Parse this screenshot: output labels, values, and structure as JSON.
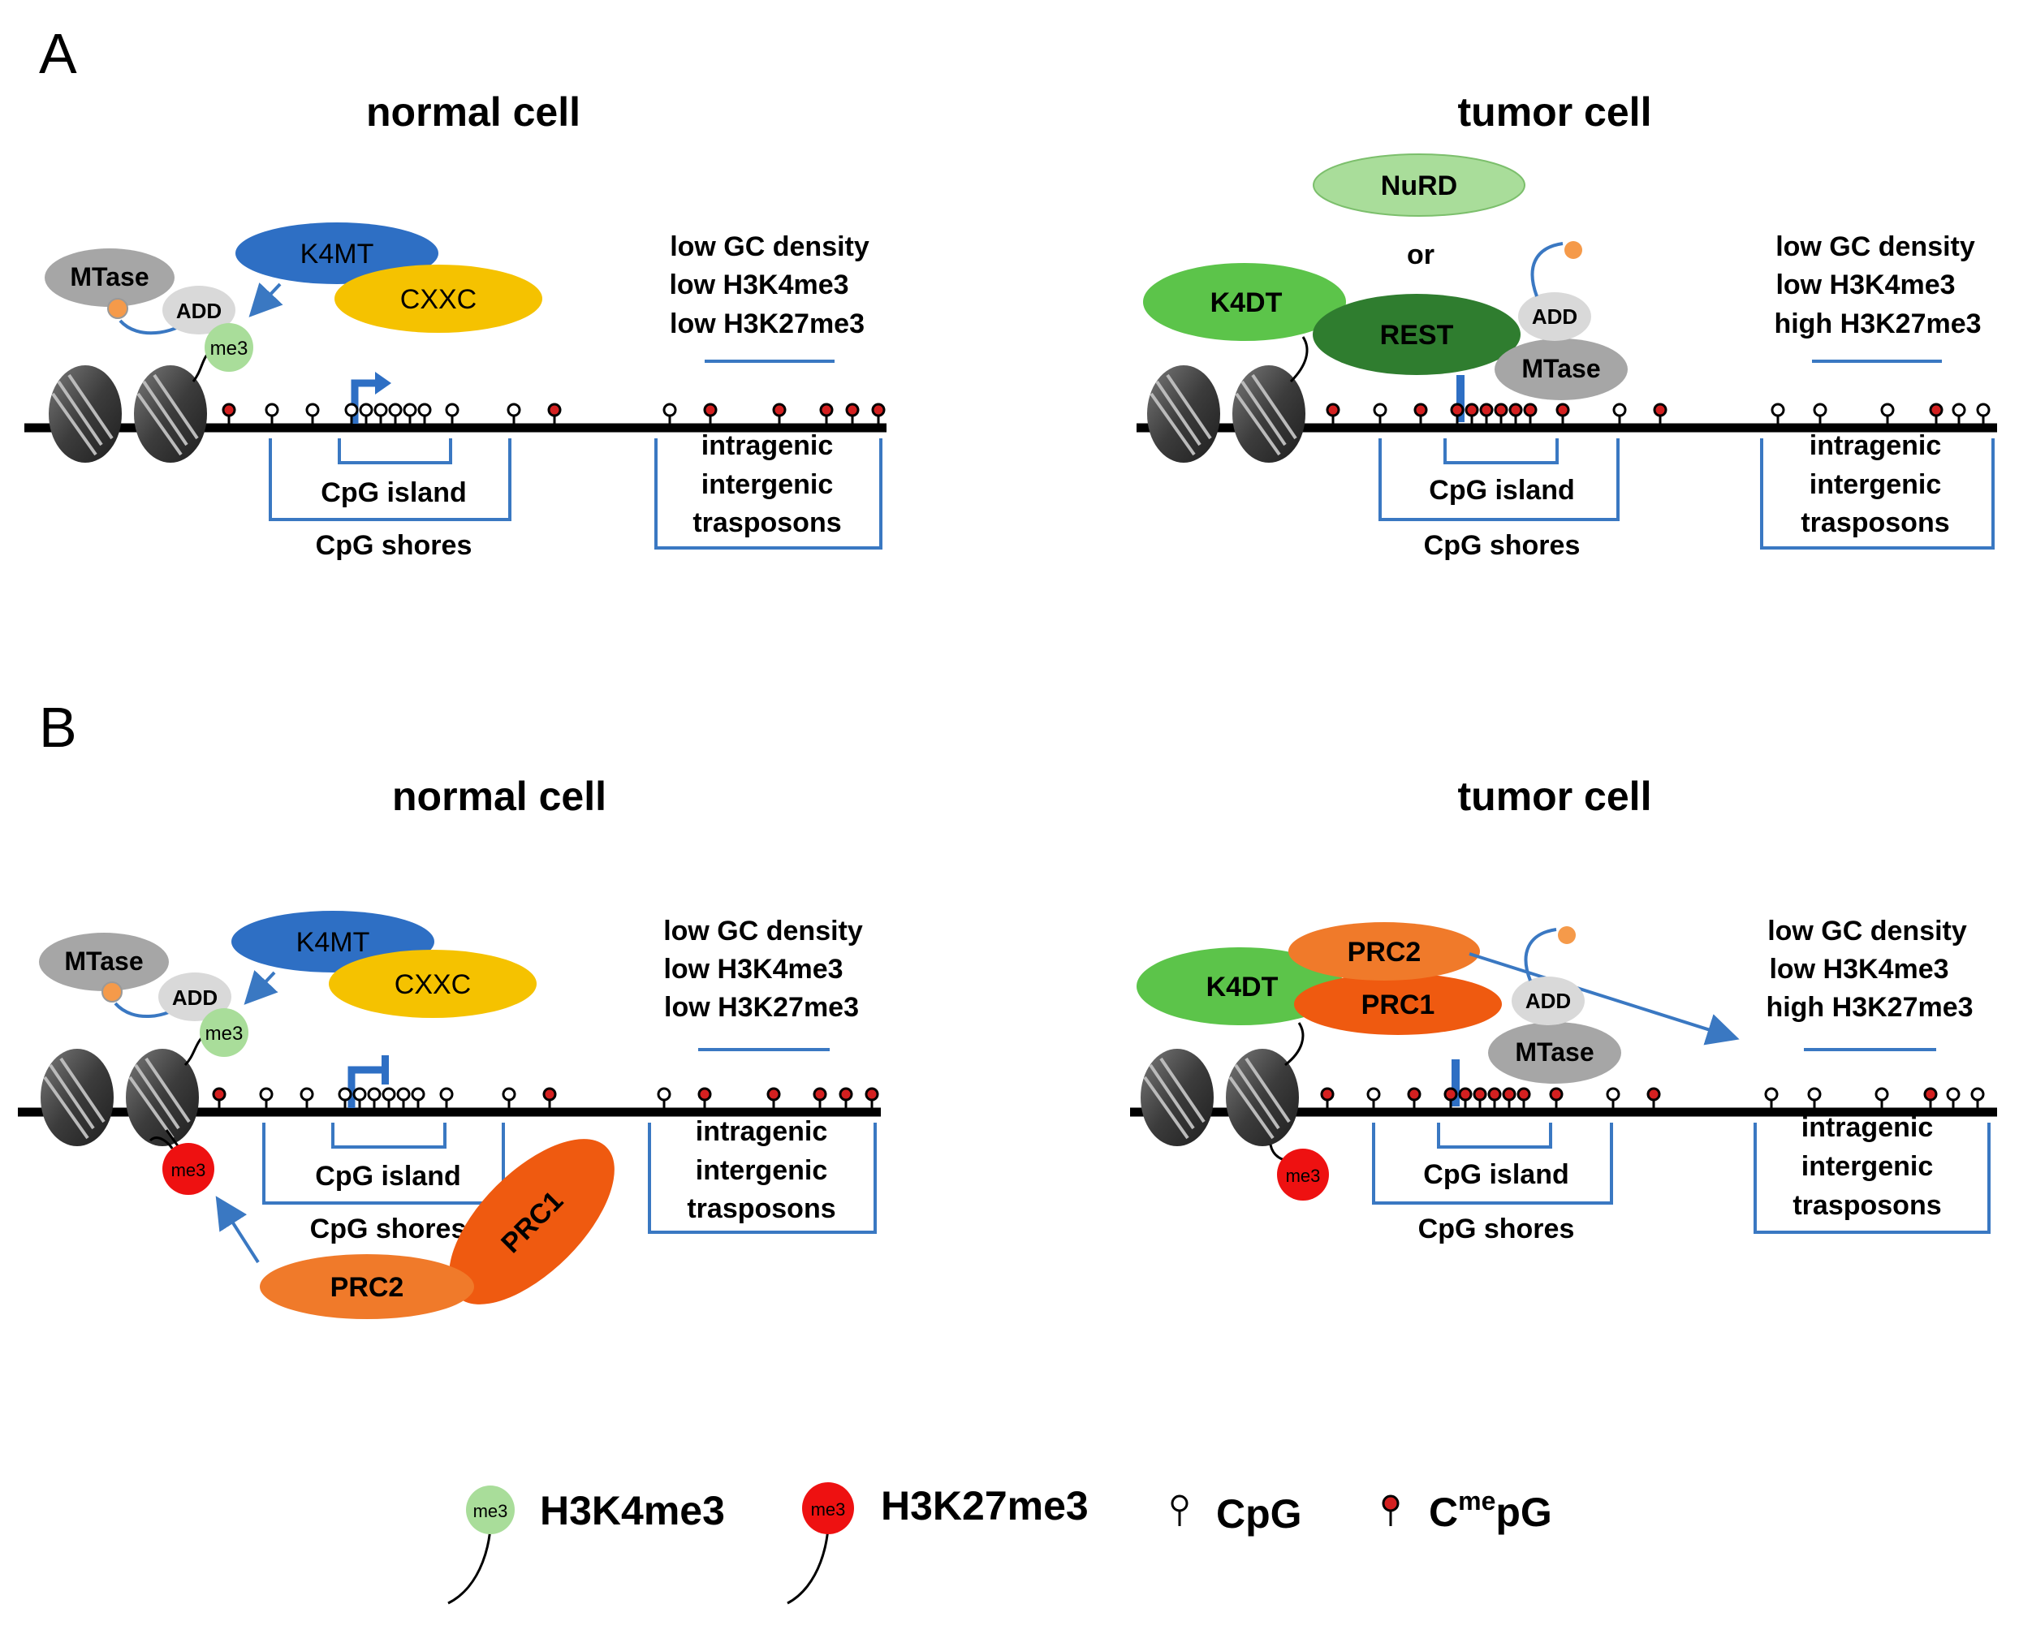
{
  "panels": {
    "A": {
      "label": "A",
      "normal": {
        "title": "normal cell",
        "mtase": "MTase",
        "add": "ADD",
        "me3": "me3",
        "k4mt": "K4MT",
        "cxxc": "CXXC",
        "features": [
          "low GC density",
          "low H3K4me3",
          "low H3K27me3"
        ],
        "cpg_island": "CpG island",
        "cpg_shores": "CpG shores",
        "regions": [
          "intragenic",
          "intergenic",
          "trasposons"
        ]
      },
      "tumor": {
        "title": "tumor cell",
        "nurd": "NuRD",
        "or": "or",
        "k4dt": "K4DT",
        "rest": "REST",
        "add": "ADD",
        "mtase": "MTase",
        "features": [
          "low GC density",
          "low H3K4me3",
          "high H3K27me3"
        ],
        "cpg_island": "CpG island",
        "cpg_shores": "CpG shores",
        "regions": [
          "intragenic",
          "intergenic",
          "trasposons"
        ]
      }
    },
    "B": {
      "label": "B",
      "normal": {
        "title": "normal cell",
        "mtase": "MTase",
        "add": "ADD",
        "me3": "me3",
        "k27me3": "me3",
        "k4mt": "K4MT",
        "cxxc": "CXXC",
        "prc1": "PRC1",
        "prc2": "PRC2",
        "features": [
          "low GC density",
          "low H3K4me3",
          "low H3K27me3"
        ],
        "cpg_island": "CpG island",
        "cpg_shores": "CpG shores",
        "regions": [
          "intragenic",
          "intergenic",
          "trasposons"
        ]
      },
      "tumor": {
        "title": "tumor cell",
        "prc2": "PRC2",
        "prc1": "PRC1",
        "k4dt": "K4DT",
        "add": "ADD",
        "mtase": "MTase",
        "k27me3": "me3",
        "features": [
          "low GC density",
          "low H3K4me3",
          "high H3K27me3"
        ],
        "cpg_island": "CpG island",
        "cpg_shores": "CpG shores",
        "regions": [
          "intragenic",
          "intergenic",
          "trasposons"
        ]
      }
    }
  },
  "legend": {
    "k4_badge": "me3",
    "k4_label": "H3K4me3",
    "k27_badge": "me3",
    "k27_label": "H3K27me3",
    "cpg_label": "CpG",
    "mcpg_pre": "C",
    "mcpg_sup": "me",
    "mcpg_post": "pG"
  },
  "colors": {
    "k4mt": "#2e6fc4",
    "cxxc": "#f5c200",
    "mtase": "#a6a6a6",
    "add": "#d9d9d9",
    "k4me3": "#a9dd9a",
    "k27me3": "#ee1111",
    "methyl": "#d42020",
    "dot": "#f59a4a",
    "nurd": "#a9dd9a",
    "k4dt": "#5cc44a",
    "rest": "#2f7d2f",
    "prc": "#f07a2a",
    "blue": "#3a78c2"
  }
}
